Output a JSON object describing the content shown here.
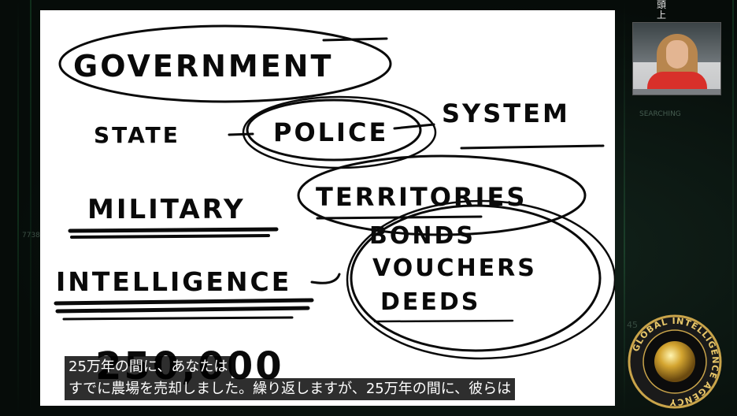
{
  "corner_label": "頭\n上",
  "whiteboard": {
    "words": {
      "government": "GOVERNMENT",
      "system": "SYSTEM",
      "state": "STATE",
      "police": "POLICE",
      "military": "MILITARY",
      "territories": "TERRITORIES",
      "bonds": "BONDS",
      "vouchers": "VOUCHERS",
      "deeds": "DEEDS",
      "intelligence": "INTELLIGENCE",
      "number": "250,000"
    }
  },
  "background": {
    "side_text": "SEARCHING",
    "num_left": "7738",
    "num_right": "45"
  },
  "logo": {
    "text": "GLOBAL INTELLIGENCE AGENCY"
  },
  "subtitles": {
    "line1": "25万年の間に、あなたは",
    "line2": "すでに農場を売却しました。繰り返しますが、25万年の間に、彼らは"
  },
  "colors": {
    "accent_red": "#d8302a",
    "gold": "#d4a530",
    "matrix_green": "#2f7a4a"
  }
}
